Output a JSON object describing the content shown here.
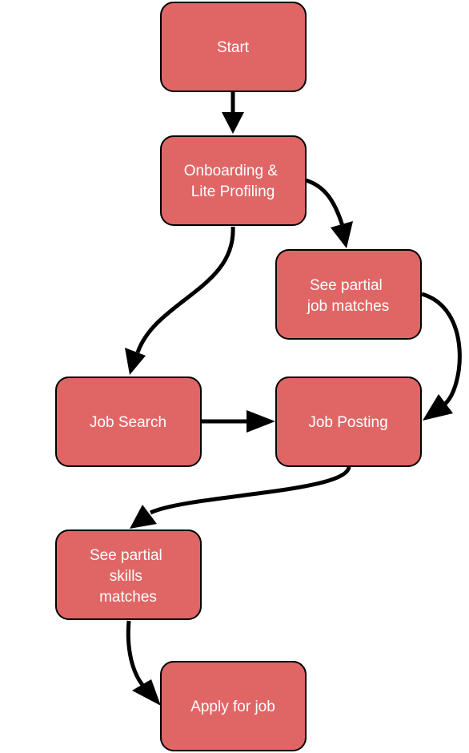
{
  "colors": {
    "node_fill": "#e06666",
    "node_stroke": "#000000",
    "label_text": "#ffffff",
    "edge": "#000000",
    "background": "#ffffff"
  },
  "nodes": {
    "start": {
      "lines": [
        "Start"
      ]
    },
    "onboarding": {
      "lines": [
        "Onboarding &",
        "Lite Profiling"
      ]
    },
    "partial_job": {
      "lines": [
        "See partial",
        "job matches"
      ]
    },
    "job_search": {
      "lines": [
        "Job Search"
      ]
    },
    "job_posting": {
      "lines": [
        "Job Posting"
      ]
    },
    "partial_skills": {
      "lines": [
        "See partial",
        "skills",
        "matches"
      ]
    },
    "apply": {
      "lines": [
        "Apply for job"
      ]
    }
  },
  "edges": [
    {
      "from": "start",
      "to": "onboarding"
    },
    {
      "from": "onboarding",
      "to": "partial_job"
    },
    {
      "from": "onboarding",
      "to": "job_search"
    },
    {
      "from": "partial_job",
      "to": "job_posting"
    },
    {
      "from": "job_search",
      "to": "job_posting"
    },
    {
      "from": "job_posting",
      "to": "partial_skills"
    },
    {
      "from": "partial_skills",
      "to": "apply"
    }
  ]
}
